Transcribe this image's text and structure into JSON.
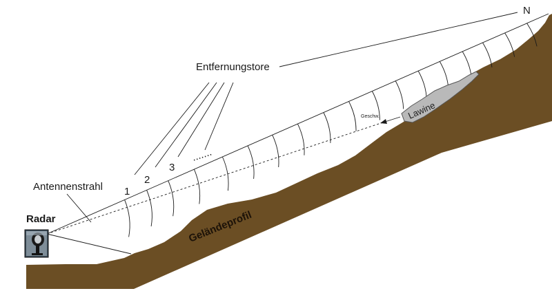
{
  "labels": {
    "north": "N",
    "range_gates": "Entfernungstore",
    "beam": "Antennenstrahl",
    "radar": "Radar",
    "speed": "Geschw.",
    "avalanche": "Lawine",
    "terrain": "Geländeprofil",
    "gate_numbers": [
      "1",
      "2",
      "3"
    ],
    "ellipsis": "......."
  },
  "colors": {
    "terrain": "#6b4e24",
    "avalanche": "#b9b9b9",
    "lines": "#1a1a1a",
    "background": "#ffffff"
  },
  "icons": {
    "radar": "radar-antenna-icon"
  }
}
